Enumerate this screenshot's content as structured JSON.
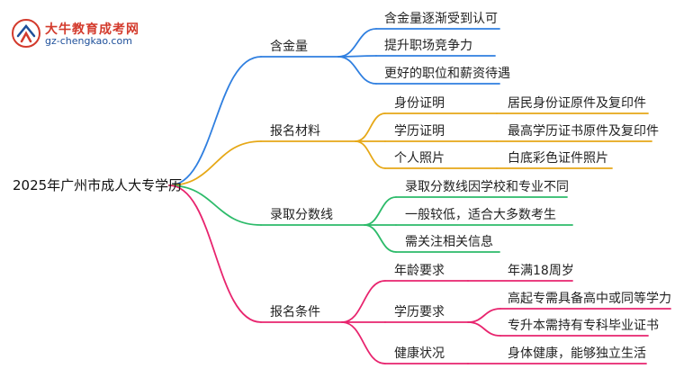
{
  "logo": {
    "title": "大牛教育成考网",
    "url": "gz-chengkao.com",
    "mark_text": "大牛",
    "colors": {
      "title": "#d33a2c",
      "url": "#1d4f9a"
    }
  },
  "root": {
    "label": "2025年广州市成人大专学历"
  },
  "branches": [
    {
      "id": "hanjinliang",
      "label": "含金量",
      "color": "#2f7fe0",
      "children": [
        {
          "label": "含金量逐渐受到认可"
        },
        {
          "label": "提升职场竞争力"
        },
        {
          "label": "更好的职位和薪资待遇"
        }
      ]
    },
    {
      "id": "baoming-cailiao",
      "label": "报名材料",
      "color": "#e6a817",
      "children": [
        {
          "label": "身份证明",
          "detail": "居民身份证原件及复印件"
        },
        {
          "label": "学历证明",
          "detail": "最高学历证书原件及复印件"
        },
        {
          "label": "个人照片",
          "detail": "白底彩色证件照片"
        }
      ]
    },
    {
      "id": "luqu-fenshuxian",
      "label": "录取分数线",
      "color": "#2dbb6a",
      "children": [
        {
          "label": "录取分数线因学校和专业不同"
        },
        {
          "label": "一般较低，适合大多数考生"
        },
        {
          "label": "需关注相关信息"
        }
      ]
    },
    {
      "id": "baoming-tiaojian",
      "label": "报名条件",
      "color": "#e8246e",
      "children": [
        {
          "label": "年龄要求",
          "details": [
            "年满18周岁"
          ]
        },
        {
          "label": "学历要求",
          "details": [
            "高起专需具备高中或同等学力",
            "专升本需持有专科毕业证书"
          ]
        },
        {
          "label": "健康状况",
          "details": [
            "身体健康，能够独立生活"
          ]
        }
      ]
    }
  ]
}
